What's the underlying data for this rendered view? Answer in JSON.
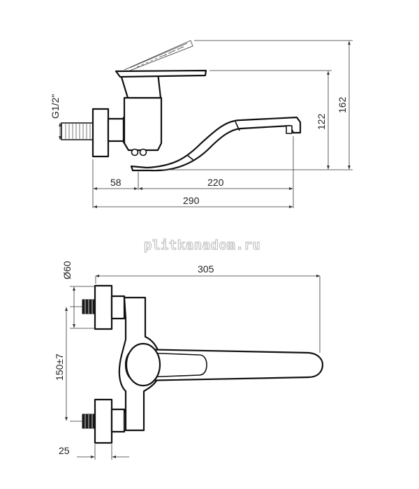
{
  "side_view": {
    "thread_label": "G1/2\"",
    "dim_58": "58",
    "dim_220": "220",
    "dim_290": "290",
    "dim_122": "122",
    "dim_162": "162"
  },
  "watermark": "plitkanadom.ru",
  "top_view": {
    "dim_diameter": "Ø60",
    "dim_305": "305",
    "dim_150": "150±7",
    "dim_25": "25"
  },
  "colors": {
    "line": "#111111",
    "dimension": "#333333",
    "watermark": "#b9b9b9"
  }
}
